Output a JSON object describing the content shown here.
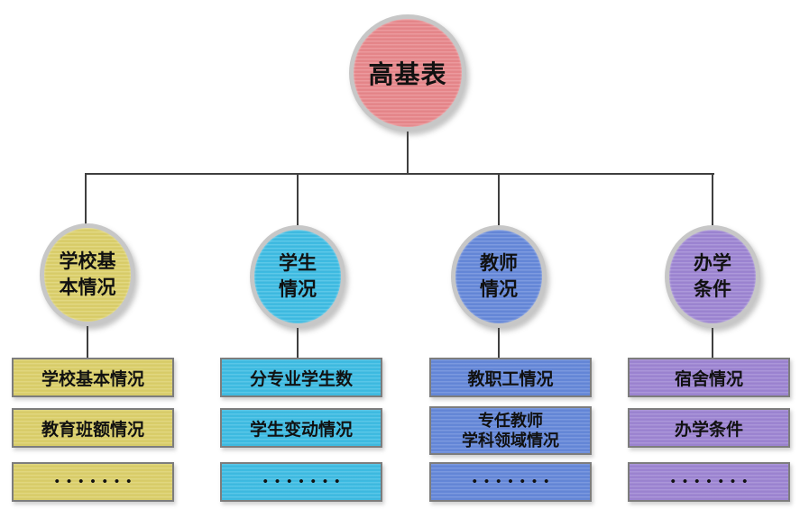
{
  "root": {
    "label": "高基表",
    "color": "#e8878b"
  },
  "branches": [
    {
      "label": "学校基\n本情况",
      "color": "#dcd06a",
      "boxes": [
        "学校基本情况",
        "教育班额情况",
        "•••••••"
      ]
    },
    {
      "label": "学生\n情况",
      "color": "#3ebde4",
      "boxes": [
        "分专业学生数",
        "学生变动情况",
        "•••••••"
      ]
    },
    {
      "label": "教师\n情况",
      "color": "#6588da",
      "boxes": [
        "教职工情况",
        "专任教师\n学科领域情况",
        "•••••••"
      ]
    },
    {
      "label": "办学\n条件",
      "color": "#9d85d3",
      "boxes": [
        "宿舍情况",
        "办学条件",
        "•••••••"
      ]
    }
  ],
  "style": {
    "connector_color": "#3f3f3f",
    "circle_border_color": "#c7c7c7",
    "box_border_color": "#7d7d7d"
  }
}
